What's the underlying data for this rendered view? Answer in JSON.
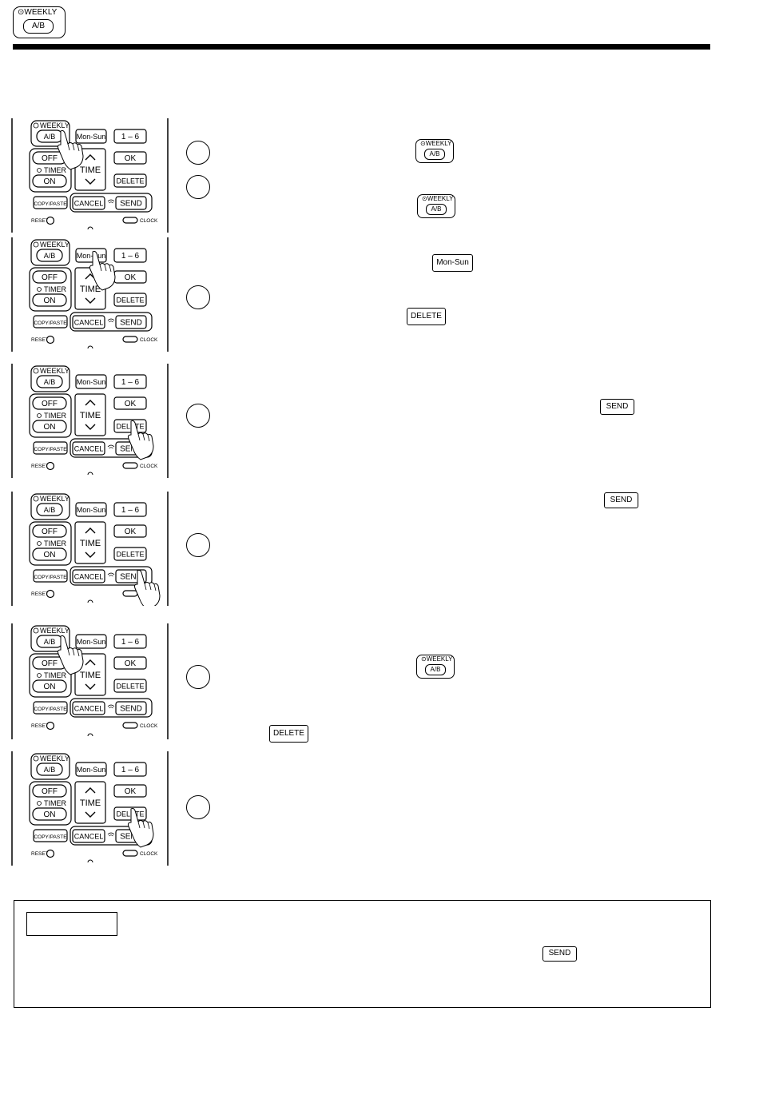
{
  "header": {
    "weekly_label": "WEEKLY",
    "ab_label": "A/B"
  },
  "remote": {
    "weekly": "WEEKLY",
    "ab": "A/B",
    "mon_sun": "Mon-Sun",
    "one_six": "1 – 6",
    "off": "OFF",
    "timer": "TIMER",
    "on": "ON",
    "time": "TIME",
    "ok": "OK",
    "delete": "DELETE",
    "copy_paste": "COPY/PASTE",
    "cancel": "CANCEL",
    "send": "SEND",
    "reset": "RESET",
    "clock": "CLOCK"
  },
  "inline_buttons": {
    "mon_sun": "Mon-Sun",
    "delete": "DELETE",
    "send": "SEND",
    "weekly": "WEEKLY",
    "ab": "A/B"
  }
}
